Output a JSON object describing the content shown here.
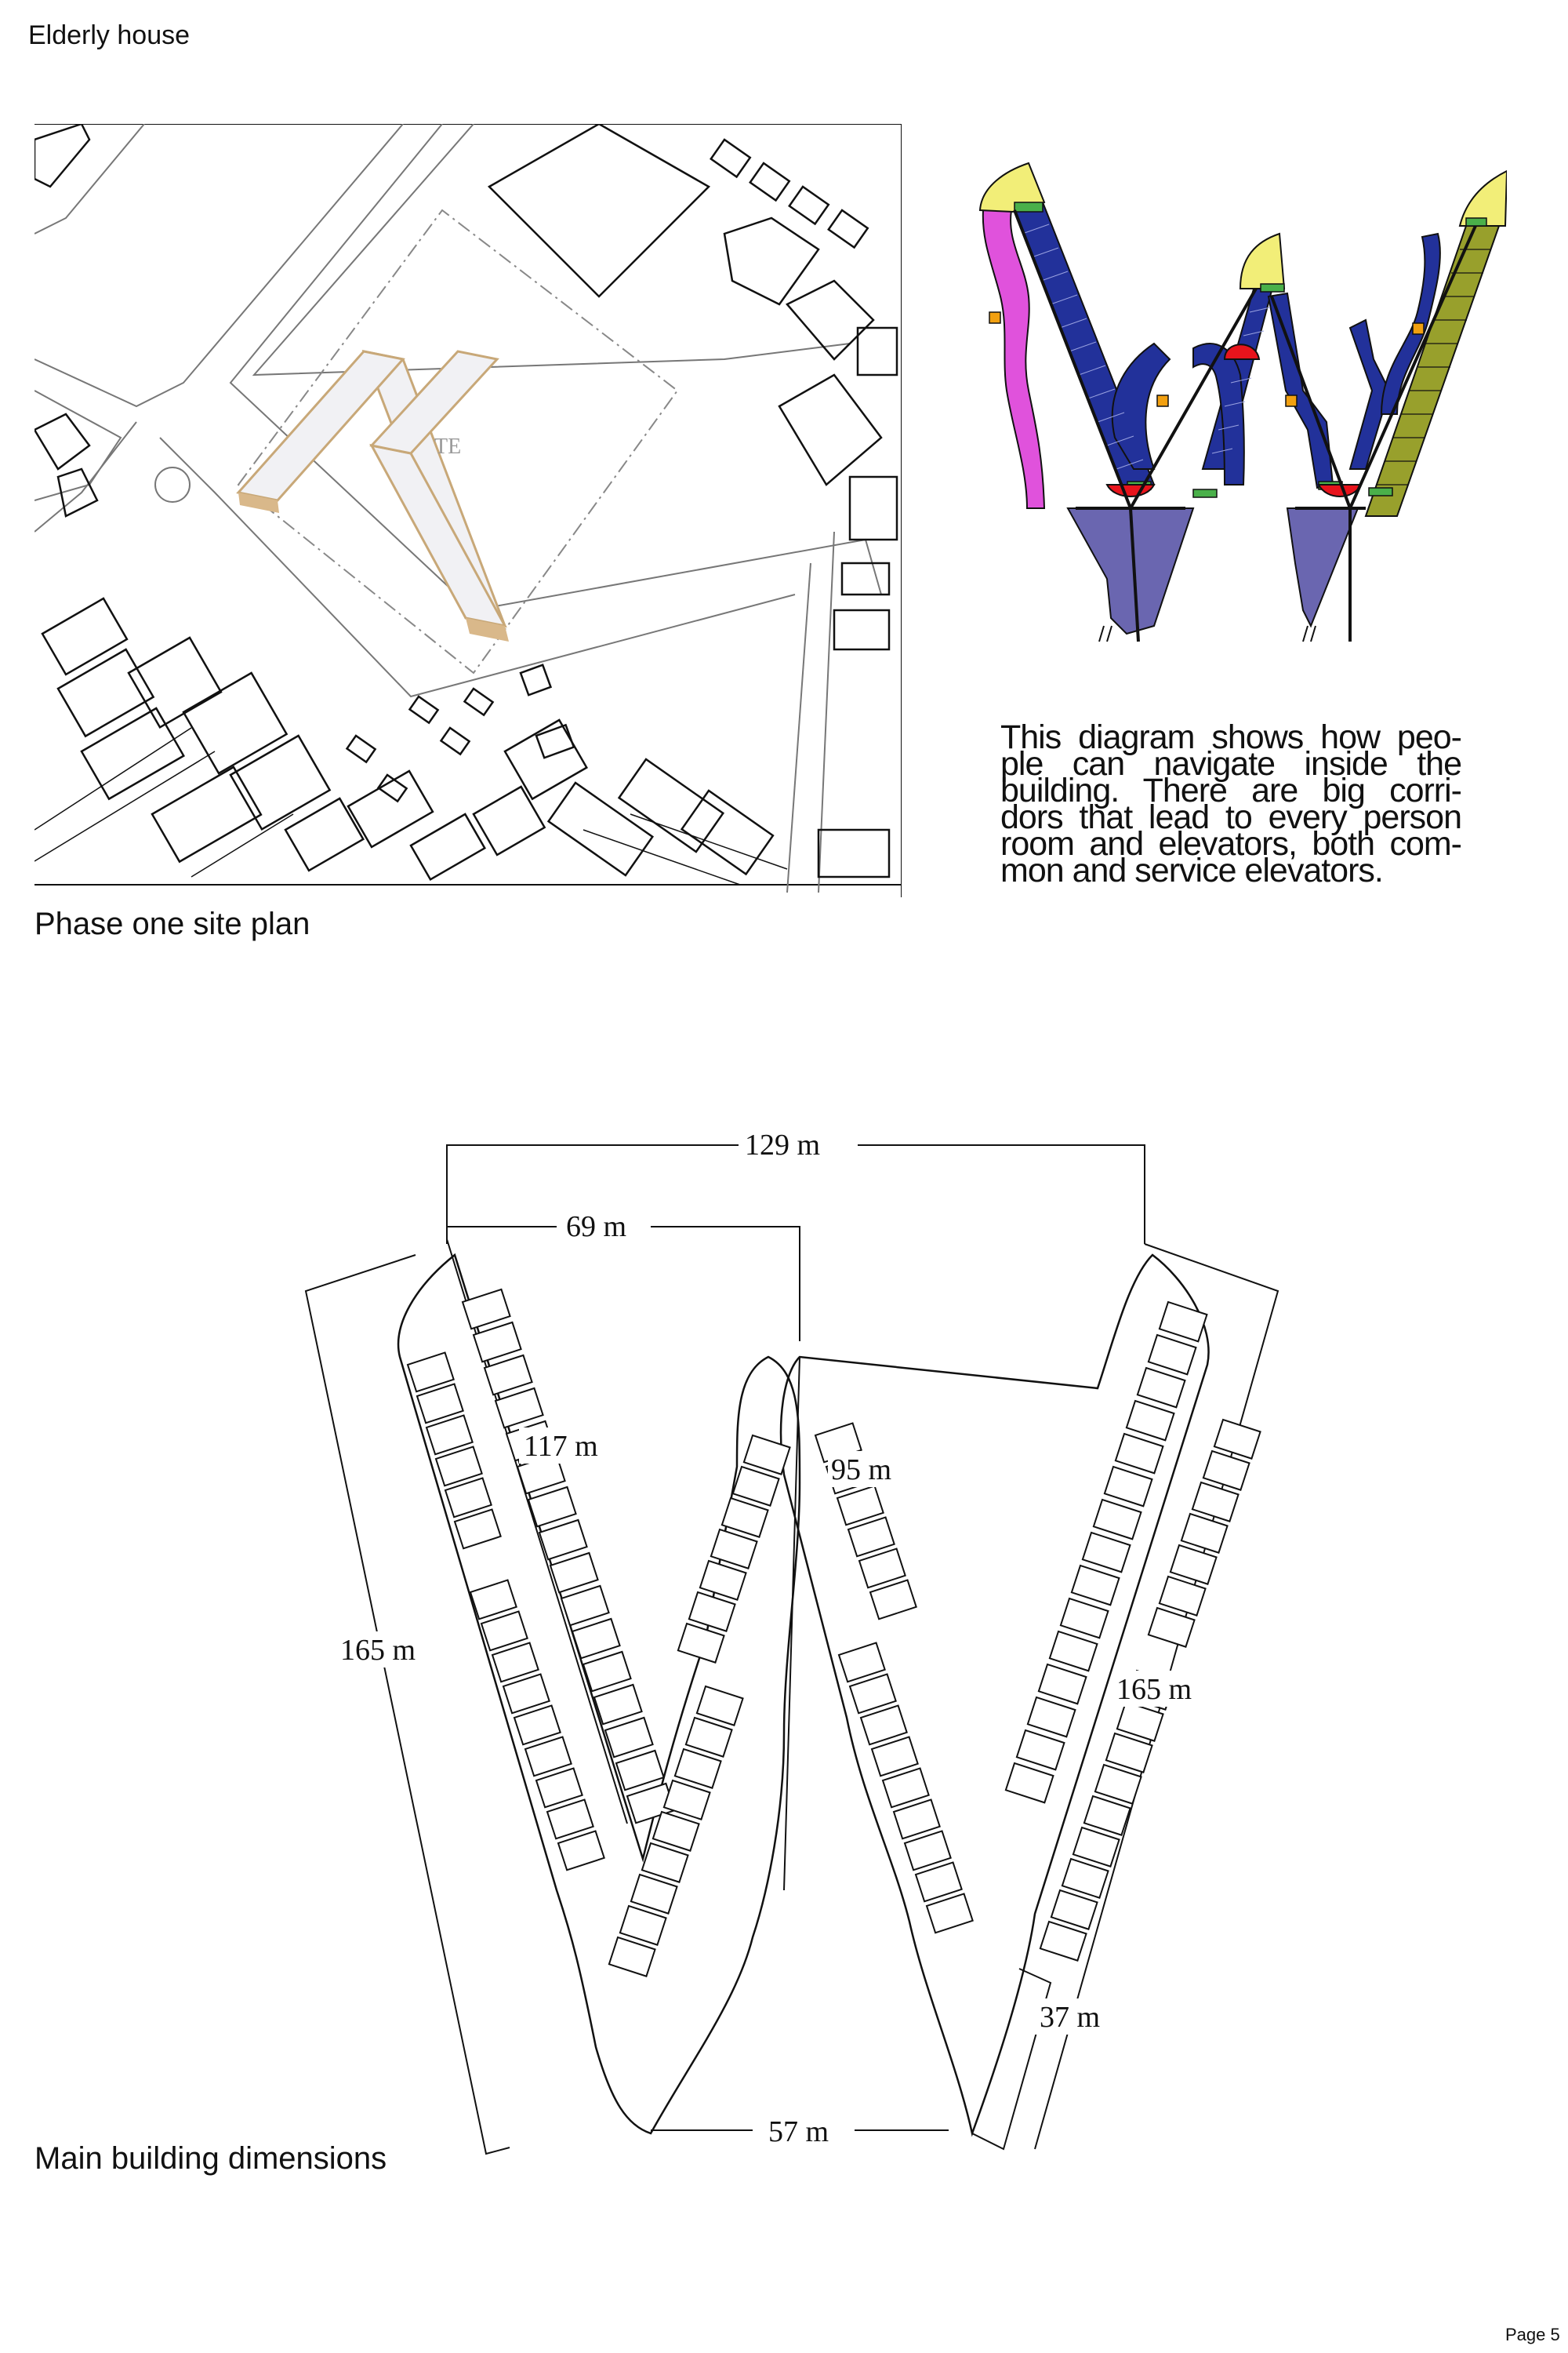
{
  "document": {
    "title": "Elderly house",
    "page_label": "Page 5"
  },
  "site_plan": {
    "caption": "Phase one site plan",
    "faint_label": "TE"
  },
  "navigation_diagram": {
    "description_text": "This diagram shows how peo- ple can navigate inside the building. There are big corri- dors that lead to every person room and elevators, both com- mon and service elevators.",
    "colors": {
      "room_blue": "#22319a",
      "corridor_magenta": "#e052dc",
      "service_olive": "#98a02c",
      "lobby_yellow": "#f2ee78",
      "elevator_red": "#e8141c",
      "hall_purple": "#6a66b0",
      "link_green": "#4ab04a",
      "stair_orange": "#f2a010"
    }
  },
  "dimensions_drawing": {
    "caption": "Main building dimensions",
    "labels": {
      "overall_width": "129 m",
      "inner_width": "69 m",
      "left_outer_length": "165 m",
      "left_inner_length": "117 m",
      "middle_length": "95 m",
      "right_outer_length": "165 m",
      "base_width": "57 m",
      "foot_length": "37 m"
    }
  }
}
